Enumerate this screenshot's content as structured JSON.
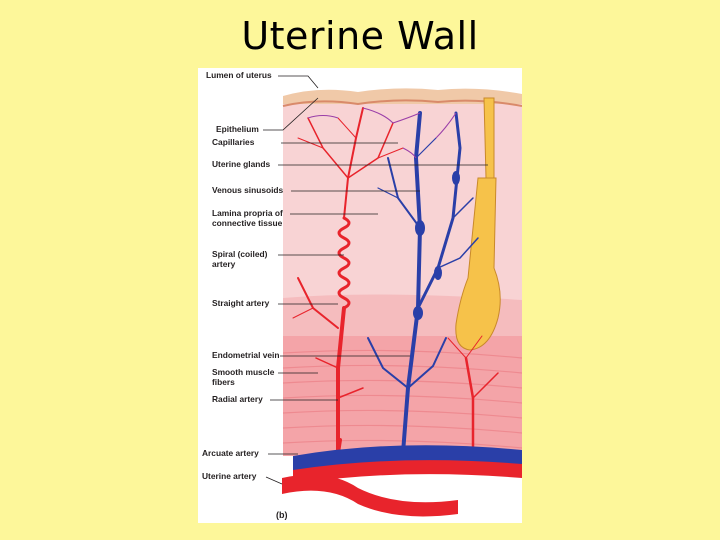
{
  "slide": {
    "title": "Uterine Wall"
  },
  "figure": {
    "panel_letter": "(b)",
    "labels": {
      "lumen": "Lumen of uterus",
      "epithelium": "Epithelium",
      "capillaries": "Capillaries",
      "uterine_glands": "Uterine glands",
      "venous_sinusoids": "Venous sinusoids",
      "lamina_propria_1": "Lamina propria of",
      "lamina_propria_2": "connective tissue",
      "spiral_artery_1": "Spiral (coiled)",
      "spiral_artery_2": "artery",
      "straight_artery": "Straight artery",
      "endometrial_vein": "Endometrial vein",
      "smooth_muscle_1": "Smooth muscle",
      "smooth_muscle_2": "fibers",
      "radial_artery": "Radial artery",
      "arcuate_artery": "Arcuate artery",
      "uterine_artery": "Uterine artery"
    }
  },
  "colors": {
    "background": "#fdf79a",
    "artery": "#e8242c",
    "vein": "#2a3fa8",
    "gland": "#f2b53a",
    "endometrium": "#f8cfd0",
    "myometrium": "#f39aa0"
  }
}
